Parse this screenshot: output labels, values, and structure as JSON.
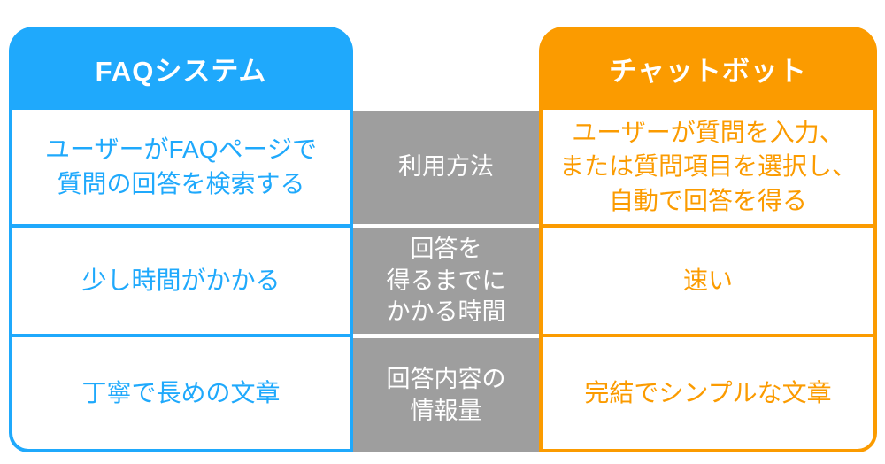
{
  "palette": {
    "faq_blue": "#1FA9FC",
    "chatbot_orange": "#FB9B00",
    "category_gray": "#9E9E9E",
    "text_on_color": "#FFFFFF",
    "background": "#FFFFFF"
  },
  "table": {
    "left_header": "FAQシステム",
    "right_header": "チャットボット",
    "rows": [
      {
        "category": "利用方法",
        "faq": "ユーザーがFAQページで\n質問の回答を検索する",
        "chatbot": "ユーザーが質問を入力、\nまたは質問項目を選択し、\n自動で回答を得る"
      },
      {
        "category": "回答を\n得るまでに\nかかる時間",
        "faq": "少し時間がかかる",
        "chatbot": "速い"
      },
      {
        "category": "回答内容の\n情報量",
        "faq": "丁寧で長めの文章",
        "chatbot": "完結でシンプルな文章"
      }
    ]
  }
}
